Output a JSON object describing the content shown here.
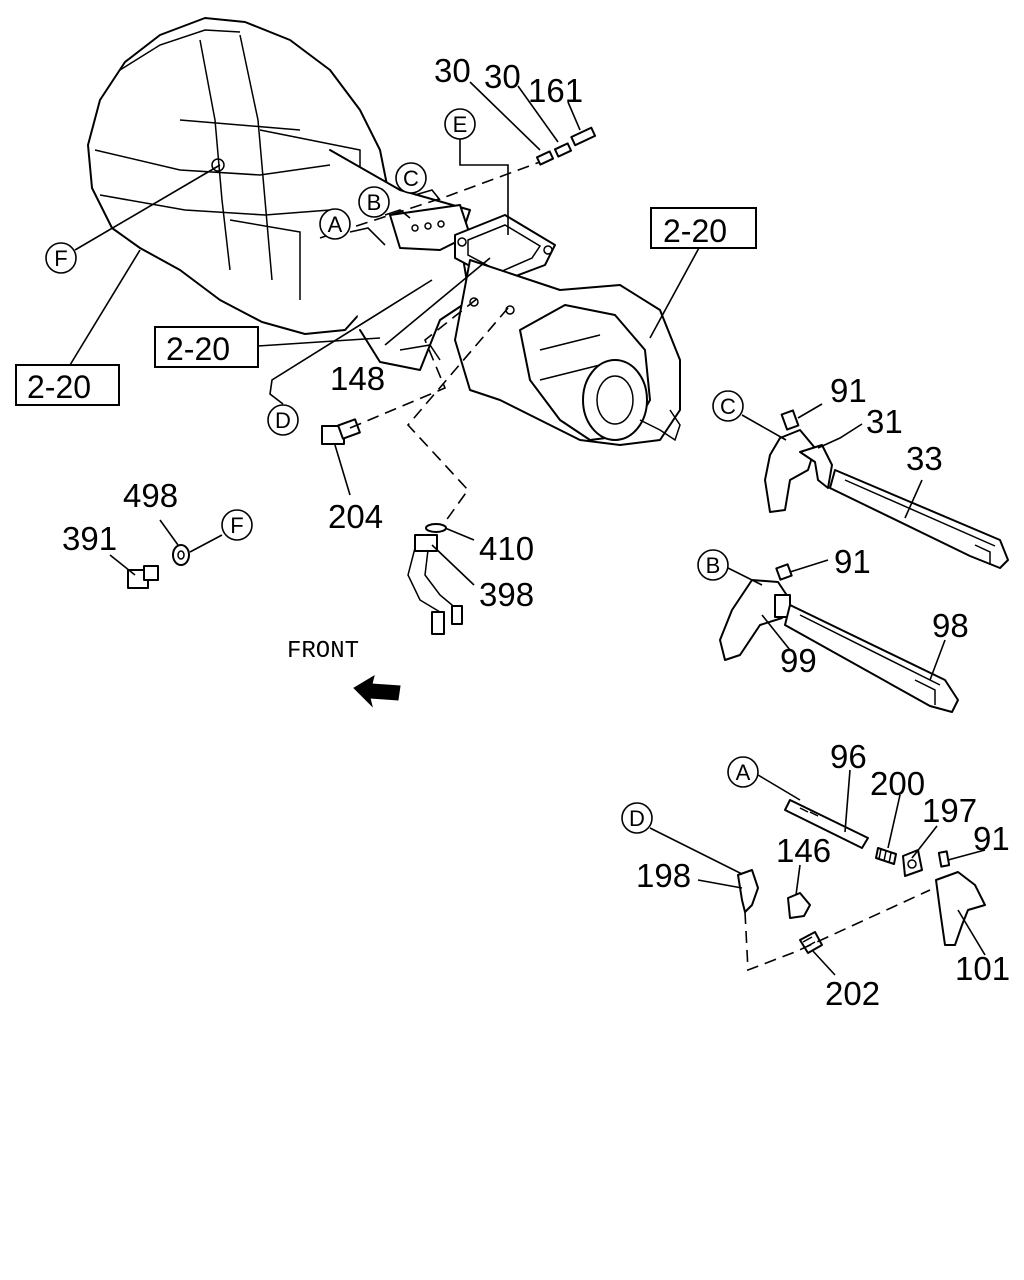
{
  "callouts": {
    "p30a": "30",
    "p30b": "30",
    "p161": "161",
    "p148": "148",
    "p204": "204",
    "p410": "410",
    "p398": "398",
    "p498": "498",
    "p391": "391",
    "p91a": "91",
    "p31": "31",
    "p33": "33",
    "p91b": "91",
    "p98": "98",
    "p99": "99",
    "p96": "96",
    "p200": "200",
    "p197": "197",
    "p91c": "91",
    "p146": "146",
    "p198": "198",
    "p101": "101",
    "p202": "202"
  },
  "references": {
    "ref_top_right": "2-20",
    "ref_middle": "2-20",
    "ref_left": "2-20"
  },
  "connectors": {
    "E": "E",
    "C_top": "C",
    "B_top": "B",
    "A_top": "A",
    "F_left": "F",
    "D_left": "D",
    "F_right": "F",
    "C_right": "C",
    "B_right": "B",
    "A_right": "A",
    "D_right": "D"
  },
  "front_label": "FRONT",
  "icons": [
    "front-arrow-icon"
  ]
}
